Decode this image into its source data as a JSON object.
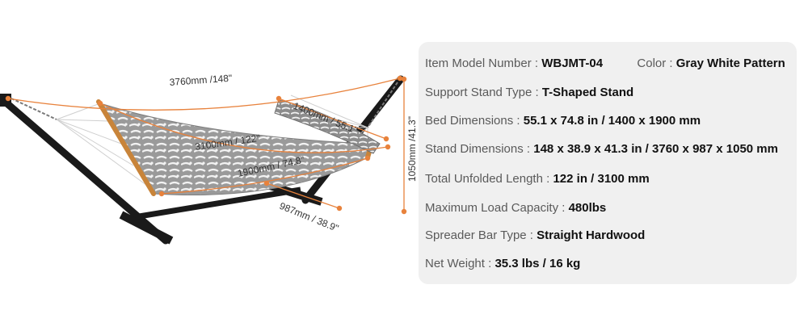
{
  "colors": {
    "accent": "#e8823c",
    "panel": "#f0f0f0",
    "frame": "#1a1a1a",
    "wood": "#c8843a",
    "fabric": "#9a9a9a"
  },
  "dimensions": {
    "overall_length": "3760mm /148\"",
    "bed_length": "3100mm / 122\"",
    "bed_width_pillow": "1400mm / 55.1\"",
    "bed_width": "1900mm / 74.8\"",
    "height": "1050mm /41.3\"",
    "stand_depth": "987mm / 38.9\""
  },
  "specs": {
    "model_label": "Item Model Number :",
    "model_value": "WBJMT-04",
    "color_label": "Color :",
    "color_value": "Gray White Pattern",
    "stand_type_label": "Support Stand Type :",
    "stand_type_value": "T-Shaped Stand",
    "bed_dim_label": "Bed Dimensions :",
    "bed_dim_value": "55.1 x 74.8 in / 1400 x 1900 mm",
    "stand_dim_label": "Stand Dimensions :",
    "stand_dim_value": "148 x 38.9 x 41.3 in / 3760 x 987 x 1050 mm",
    "unfolded_label": "Total Unfolded Length :",
    "unfolded_value": "122 in / 3100 mm",
    "load_label": "Maximum Load Capacity :",
    "load_value": "480lbs",
    "spreader_label": "Spreader Bar Type :",
    "spreader_value": "Straight Hardwood",
    "weight_label": "Net Weight :",
    "weight_value": "35.3 lbs / 16 kg"
  }
}
